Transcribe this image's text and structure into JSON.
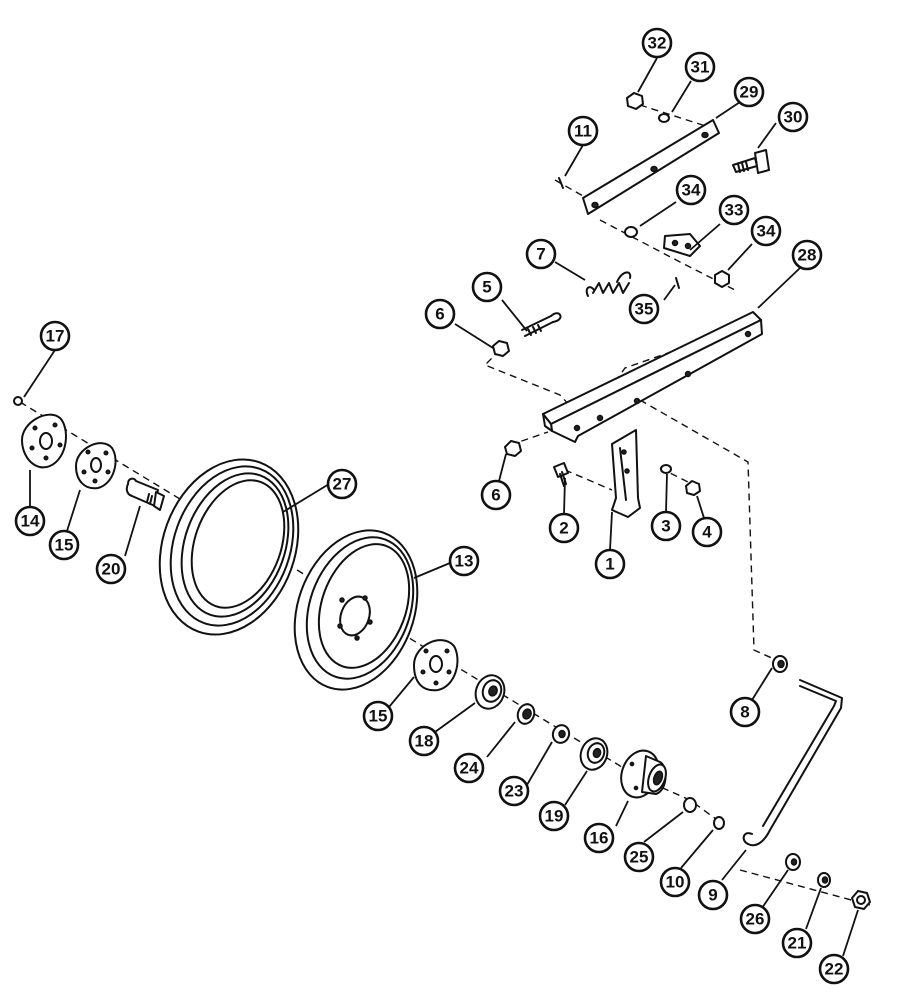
{
  "callouts": [
    {
      "id": "1",
      "label": "1"
    },
    {
      "id": "2",
      "label": "2"
    },
    {
      "id": "3",
      "label": "3"
    },
    {
      "id": "4",
      "label": "4"
    },
    {
      "id": "5",
      "label": "5"
    },
    {
      "id": "6a",
      "label": "6"
    },
    {
      "id": "6b",
      "label": "6"
    },
    {
      "id": "7",
      "label": "7"
    },
    {
      "id": "8",
      "label": "8"
    },
    {
      "id": "9",
      "label": "9"
    },
    {
      "id": "10",
      "label": "10"
    },
    {
      "id": "11",
      "label": "11"
    },
    {
      "id": "13",
      "label": "13"
    },
    {
      "id": "14",
      "label": "14"
    },
    {
      "id": "15a",
      "label": "15"
    },
    {
      "id": "15b",
      "label": "15"
    },
    {
      "id": "16",
      "label": "16"
    },
    {
      "id": "17",
      "label": "17"
    },
    {
      "id": "18",
      "label": "18"
    },
    {
      "id": "19",
      "label": "19"
    },
    {
      "id": "20",
      "label": "20"
    },
    {
      "id": "21",
      "label": "21"
    },
    {
      "id": "22",
      "label": "22"
    },
    {
      "id": "23",
      "label": "23"
    },
    {
      "id": "24",
      "label": "24"
    },
    {
      "id": "25",
      "label": "25"
    },
    {
      "id": "26",
      "label": "26"
    },
    {
      "id": "27",
      "label": "27"
    },
    {
      "id": "28",
      "label": "28"
    },
    {
      "id": "29",
      "label": "29"
    },
    {
      "id": "30",
      "label": "30"
    },
    {
      "id": "31",
      "label": "31"
    },
    {
      "id": "32",
      "label": "32"
    },
    {
      "id": "33",
      "label": "33"
    },
    {
      "id": "34a",
      "label": "34"
    },
    {
      "id": "34b",
      "label": "34"
    },
    {
      "id": "35",
      "label": "35"
    }
  ]
}
